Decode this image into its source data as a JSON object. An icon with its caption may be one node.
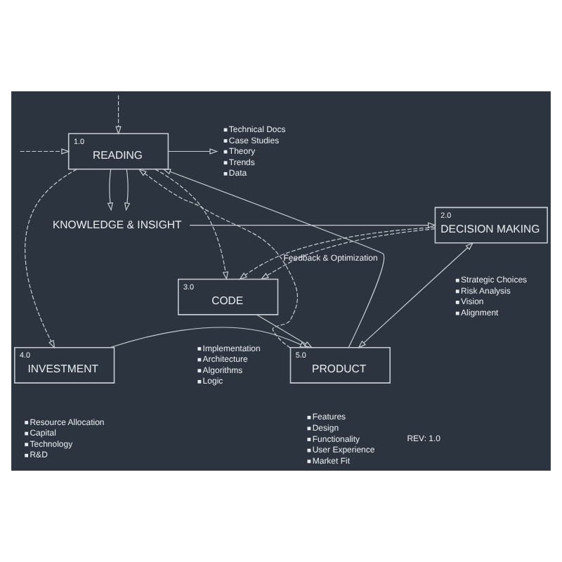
{
  "diagram": {
    "nodes": [
      {
        "text": [
          "1.0",
          "READING"
        ]
      },
      {
        "text": [
          "Technical Docs",
          "Case Studies",
          "Theory",
          "Trends",
          "Data"
        ]
      },
      {
        "text": [
          "KNOWLEDGE & INSIGHT"
        ]
      },
      {
        "text": [
          "2.0",
          "DECISION MAKING"
        ],
        "beside": [
          "Strategic Choices",
          "Risk Analysis",
          "Vision",
          "Alignment"
        ]
      },
      {
        "text": [
          "3.0",
          "CODE"
        ],
        "beside": [
          "Implementation",
          "Architecture",
          "Algorithms",
          "Logic"
        ]
      },
      {
        "text": [
          "4.0",
          "INVESTMENT"
        ],
        "beside": [
          "Resource Allocation",
          "Capital",
          "Technology",
          "R&D"
        ]
      },
      {
        "text": [
          "5.0",
          "PRODUCT"
        ],
        "beside": [
          "Features",
          "Design",
          "Functionality",
          "User Experience",
          "Market Fit"
        ]
      }
    ],
    "edges": [
      {
        "from": null,
        "to": 0,
        "arrow": "to",
        "style": "dashed"
      },
      {
        "from": null,
        "to": 0,
        "arrow": "to",
        "style": "dashed"
      },
      {
        "from": 0,
        "to": 1,
        "arrow": "to"
      },
      {
        "from": 0,
        "to": 2,
        "arrow": "to"
      },
      {
        "from": 0,
        "to": 2,
        "arrow": "to"
      },
      {
        "from": 2,
        "to": 3,
        "arrow": "to"
      },
      {
        "from": 3,
        "to": 4,
        "arrow": "to",
        "style": "dashed"
      },
      {
        "from": 3,
        "to": 4,
        "arrow": "to",
        "style": "dashed"
      },
      {
        "from": 0,
        "to": 4,
        "arrow": "to",
        "style": "dashed"
      },
      {
        "from": 0,
        "to": 5,
        "arrow": "to",
        "style": "dashed"
      },
      {
        "from": 4,
        "to": 6,
        "arrow": "to"
      },
      {
        "from": 5,
        "to": 6,
        "arrow": "to"
      },
      {
        "from": 6,
        "to": 3,
        "arrow": "both"
      },
      {
        "from": 6,
        "to": 0,
        "arrow": "to",
        "label": "Feedback & Optimization",
        "style": "dashed"
      },
      {
        "from": 6,
        "to": 0,
        "arrow": "to"
      }
    ],
    "labels": [
      "REV: 1.0"
    ]
  }
}
